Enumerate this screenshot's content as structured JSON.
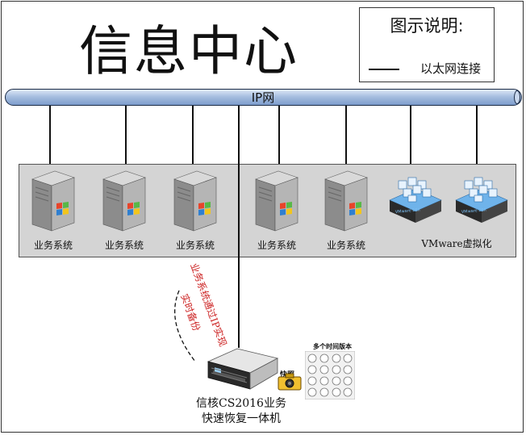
{
  "title": "信息中心",
  "legend": {
    "title": "图示说明:",
    "items": [
      {
        "label": "以太网连接"
      }
    ]
  },
  "network": {
    "label": "IP网"
  },
  "servers": [
    {
      "label": "业务系统",
      "type": "windows-server"
    },
    {
      "label": "业务系统",
      "type": "windows-server"
    },
    {
      "label": "业务系统",
      "type": "windows-server"
    },
    {
      "label": "业务系统",
      "type": "windows-server"
    },
    {
      "label": "业务系统",
      "type": "windows-server"
    }
  ],
  "virtualization": {
    "label": "VMware虚拟化",
    "hosts": [
      "VMware ESX",
      "VMware ESX"
    ]
  },
  "backup_annotation": {
    "line1": "业务系统通过IP实现",
    "line2": "实时备份"
  },
  "appliance": {
    "line1": "信核CS2016业务",
    "line2": "快速恢复一体机"
  },
  "snapshot": {
    "label": "快照"
  },
  "versions": {
    "label": "多个时间版本"
  },
  "colors": {
    "ip_bar": "#a7bfe0",
    "server_zone": "#d4d4d4",
    "annotation": "#cc2222",
    "windows_red": "#e8442a",
    "windows_green": "#58b847",
    "windows_blue": "#2f7fd0",
    "windows_yellow": "#f2c51c",
    "vmware_blue": "#4a9ee0"
  }
}
